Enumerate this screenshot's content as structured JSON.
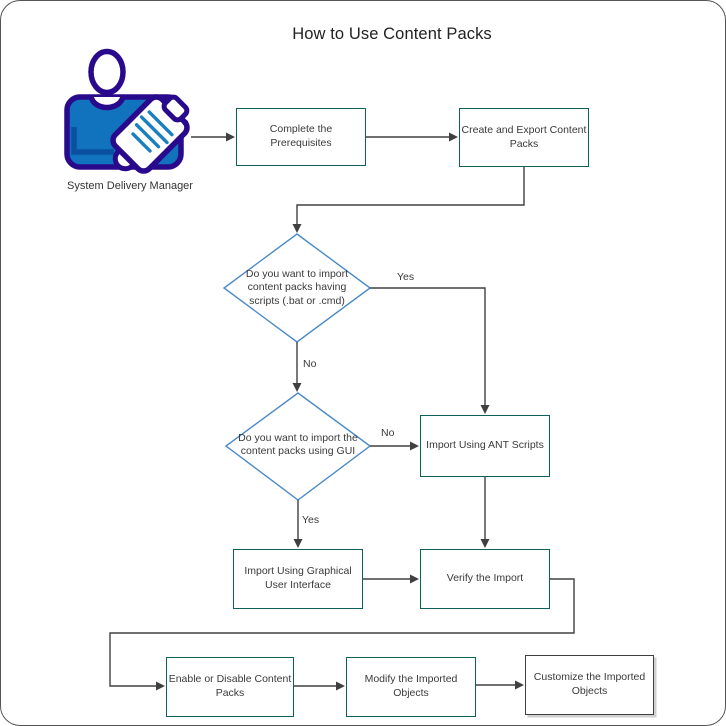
{
  "title": "How to Use Content Packs",
  "actor": {
    "label": "System Delivery Manager",
    "icon": "person-with-clipboard-icon"
  },
  "nodes": {
    "prerequisites": {
      "label": "Complete the Prerequisites",
      "shape": "rect"
    },
    "create_export": {
      "label": "Create and Export Content Packs",
      "shape": "rect"
    },
    "decision_scripts": {
      "label": "Do you want to import content packs having scripts (.bat or .cmd)",
      "shape": "diamond"
    },
    "import_ant": {
      "label": "Import Using ANT Scripts",
      "shape": "rect"
    },
    "decision_gui": {
      "label": "Do you want to import the content packs using GUI",
      "shape": "diamond"
    },
    "import_gui": {
      "label": "Import Using Graphical User Interface",
      "shape": "rect"
    },
    "verify": {
      "label": "Verify the Import",
      "shape": "rect"
    },
    "enable_disable": {
      "label": "Enable or Disable Content Packs",
      "shape": "rect"
    },
    "modify": {
      "label": "Modify the Imported Objects",
      "shape": "rect"
    },
    "customize": {
      "label": "Customize the Imported Objects",
      "shape": "rect"
    }
  },
  "edge_labels": {
    "scripts_yes": "Yes",
    "scripts_no": "No",
    "gui_no": "No",
    "gui_yes": "Yes"
  },
  "colors": {
    "box_border": "#0e605a",
    "decision_border": "#4a8ac9",
    "connector": "#404040",
    "customize_border": "#3f3f3f",
    "icon_outline": "#2a0a8c",
    "icon_shirt": "#1173bd",
    "icon_text_lines": "#1a7fc0"
  }
}
